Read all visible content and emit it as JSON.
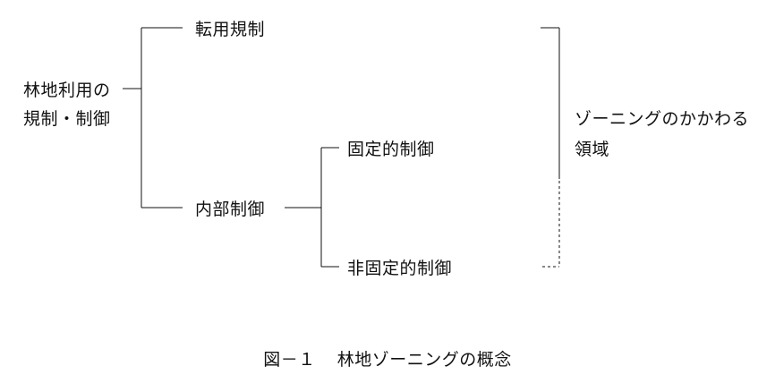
{
  "diagram": {
    "root": {
      "line1": "林地利用の",
      "line2": "規制・制御"
    },
    "branches": {
      "conversion": "転用規制",
      "internal": "内部制御",
      "fixed": "固定的制御",
      "non_fixed": "非固定的制御"
    },
    "zoning_scope": {
      "line1": "ゾーニングのかかわる",
      "line2": "領域"
    }
  },
  "caption": {
    "number": "図－１",
    "title": "林地ゾーニングの概念"
  }
}
